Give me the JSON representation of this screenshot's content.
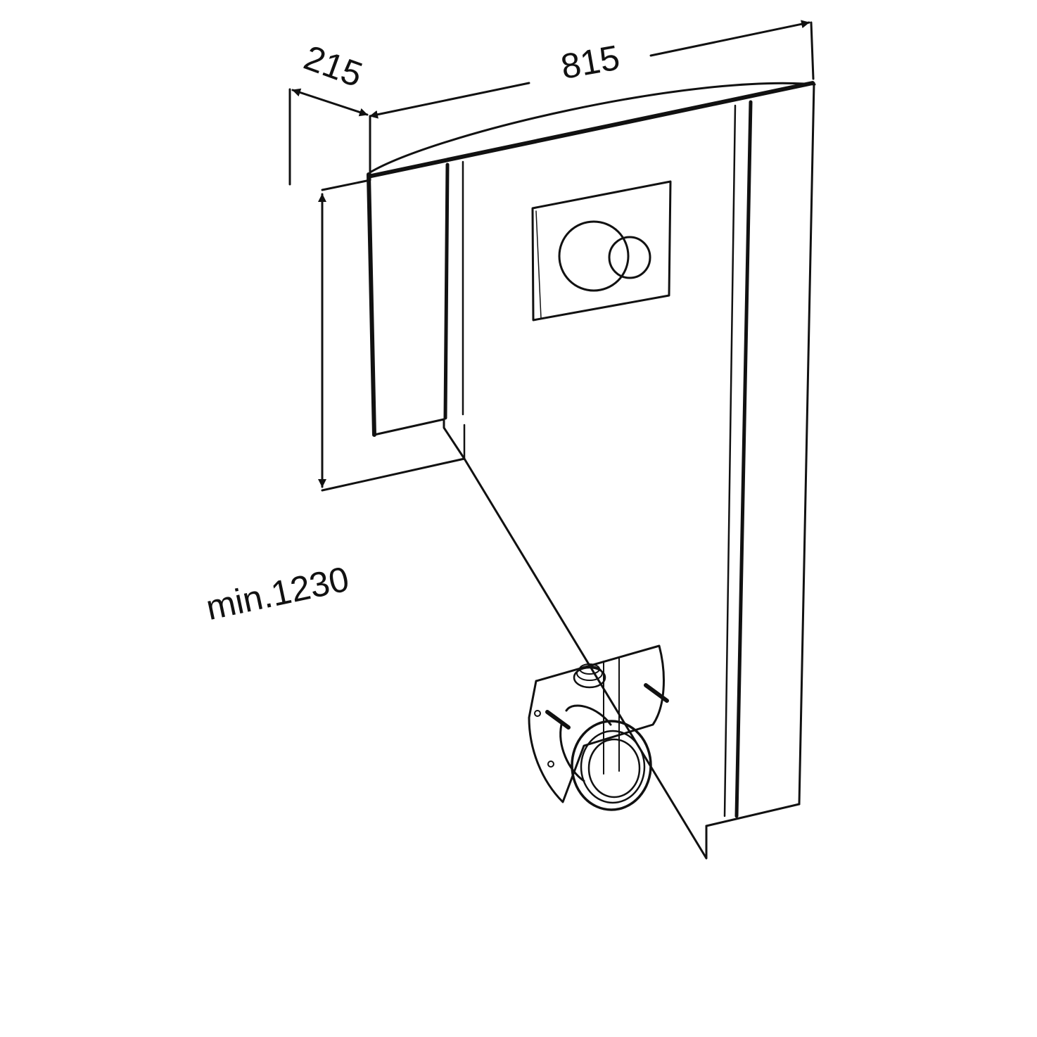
{
  "dimensions": {
    "depth": "215",
    "width": "815",
    "height": "min.1230"
  },
  "colors": {
    "line": "#111111",
    "background": "#ffffff"
  }
}
